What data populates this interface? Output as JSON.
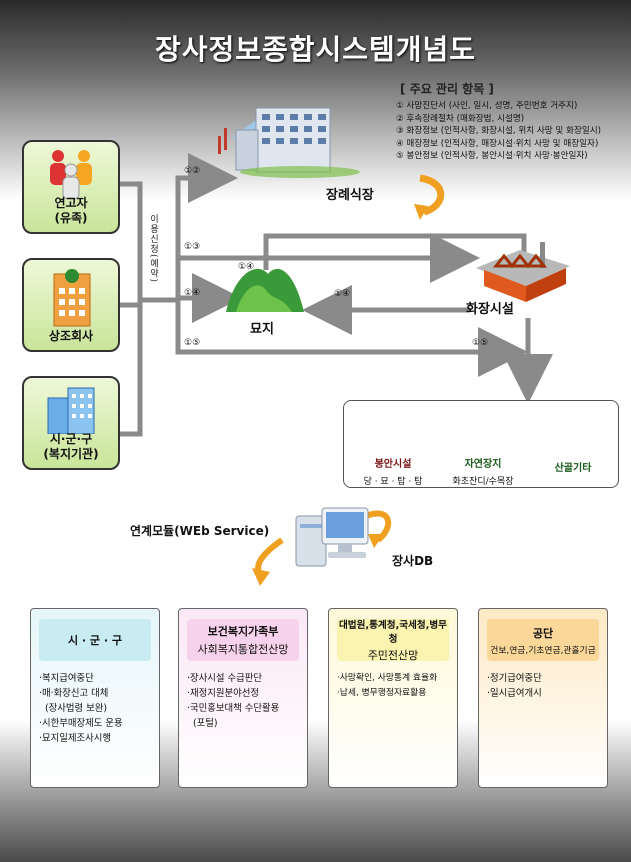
{
  "title": "장사정보종합시스템개념도",
  "management": {
    "heading": "[ 주요 관리 항목 ]",
    "items": [
      "① 사망진단서 (사인, 일시, 성명, 주민번호 거주지)",
      "② 후속장례절차 (매화장법, 시설명)",
      "③ 화장정보 (인적사항, 화장시설, 위치 사망 및 화장일시)",
      "④ 매장정보 (인적사항, 매장시설·위치 사망 및 매장일자)",
      "⑤ 봉안정보 (인적사항, 봉안시설·위치 사망·봉안일자)"
    ]
  },
  "actors": {
    "family": {
      "line1": "연고자",
      "line2": "(유족)"
    },
    "funeral_company": {
      "line1": "상조회사"
    },
    "local_gov": {
      "line1": "시·군·구",
      "line2": "(복지기관)"
    }
  },
  "vertical_label": "이용신청(예약)",
  "nodes": {
    "funeral_hall": "장례식장",
    "crematorium": "화장시설",
    "cemetery": "묘지",
    "system_db": "장사DB",
    "link_module": "연계모듈(WEb Service)"
  },
  "flow_labels": {
    "to_hall": "①②",
    "to_crem": "①③",
    "to_cem": "①④",
    "cem_top": "①④",
    "crem_to_cem": "①④",
    "to_burial": "①⑤",
    "to_burial_right": "①⑤"
  },
  "burial": {
    "enshrinement": {
      "main": "봉안시설",
      "sub": "당 · 묘 · 탑 · 탐"
    },
    "natural": {
      "main": "자연장지",
      "sub": "화초잔디/수목장"
    },
    "scatter": {
      "main": "산골기타"
    }
  },
  "orgs": [
    {
      "h1": "시 · 군 · 구",
      "h2": "",
      "items": [
        "·복지급여중단",
        "·매·화장신고 대체",
        "  (장사법령 보완)",
        "·시한부매장제도 운용",
        "·묘지일제조사시행"
      ]
    },
    {
      "h1": "보건복지가족부",
      "h2": "사회복지통합전산망",
      "items": [
        "·장사시설 수급판단",
        "·재정지원분야선정",
        "·국민홍보대책 수단활용",
        "  (포털)"
      ]
    },
    {
      "h1": "대법원,통계청,국세청,병무청",
      "h2": "주민전산망",
      "items": [
        "·사망확인, 사망통계 효율화",
        "·납세, 병무행정자료활용"
      ]
    },
    {
      "h1": "공단",
      "h2": "건보,연금,기초연금,관휼기금",
      "items": [
        "·정기급여중단",
        "·일시급여개시"
      ]
    }
  ],
  "colors": {
    "actor_fill": "#c9e59a",
    "arrow": "#8a8a8a",
    "orange_arrow": "#f0a020",
    "org1": "#c8ecf2",
    "org2": "#f6d2ec",
    "org3": "#fbf3b0",
    "org4": "#fbd89a"
  }
}
